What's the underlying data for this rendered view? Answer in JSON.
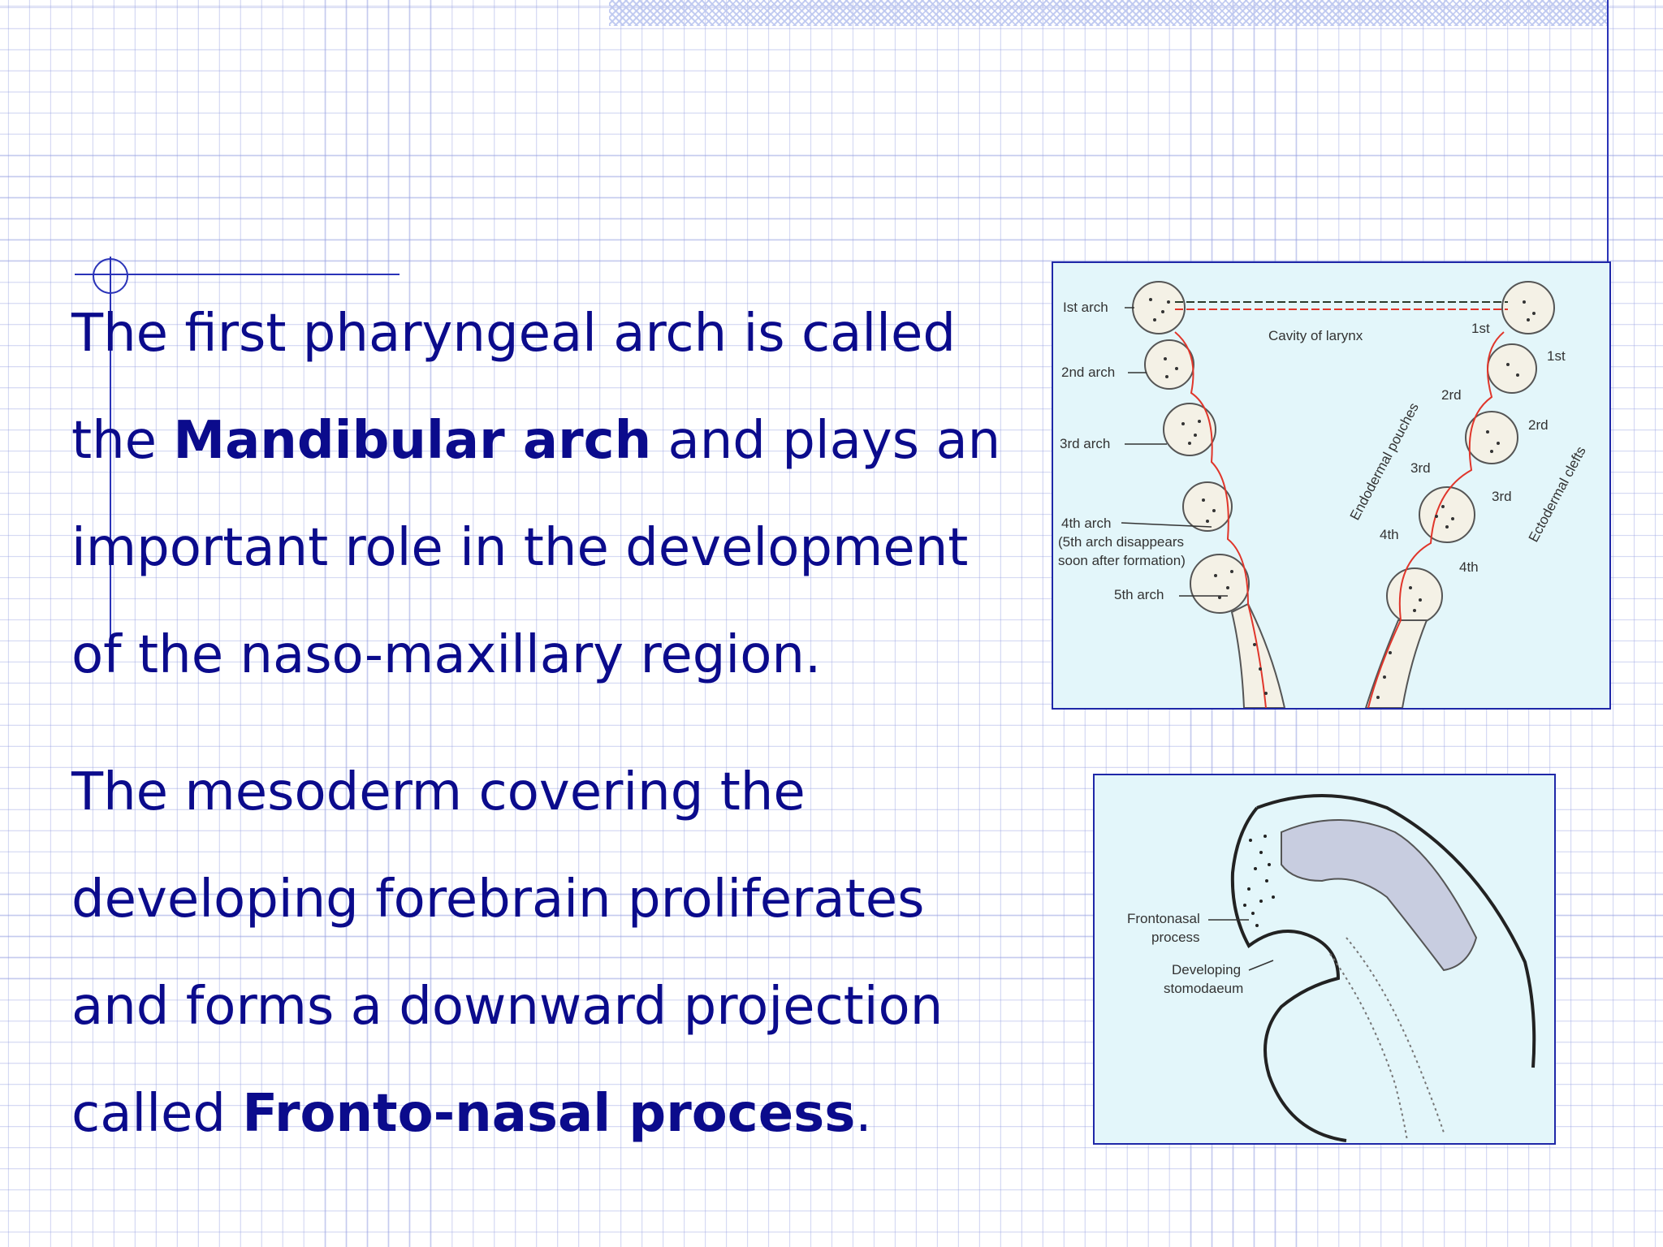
{
  "slide": {
    "paragraph1": {
      "part1": "The first pharyngeal arch is called the ",
      "bold": "Mandibular arch",
      "part2": " and plays an important role in the development of the naso-maxillary region."
    },
    "paragraph2": {
      "part1": "The mesoderm covering the developing forebrain proliferates and forms a downward projection called ",
      "bold": "Fronto-nasal process",
      "part2": "."
    }
  },
  "figure1": {
    "labels": {
      "arch1": "Ist arch",
      "arch2": "2nd arch",
      "arch3": "3rd arch",
      "arch4": "4th arch",
      "arch4_note1": "(5th arch disappears",
      "arch4_note2": "soon after formation)",
      "arch5": "5th arch",
      "cavity": "Cavity of larynx",
      "pouches": "Endodermal pouches",
      "clefts": "Ectodermal clefts",
      "p1": "1st",
      "p2": "2rd",
      "p3": "3rd",
      "p4": "4th",
      "c1": "1st",
      "c2": "2rd",
      "c3": "3rd",
      "c4": "4th"
    }
  },
  "figure2": {
    "labels": {
      "frontonasal1": "Frontonasal",
      "frontonasal2": "process",
      "stomodaeum1": "Developing",
      "stomodaeum2": "stomodaeum"
    }
  },
  "colors": {
    "text": "#0b0b8c",
    "accent_line": "#2a33b8",
    "figure_bg": "#e3f6fa",
    "arch_fill": "#f4f1e6",
    "endoderm_red": "#e0362b"
  }
}
